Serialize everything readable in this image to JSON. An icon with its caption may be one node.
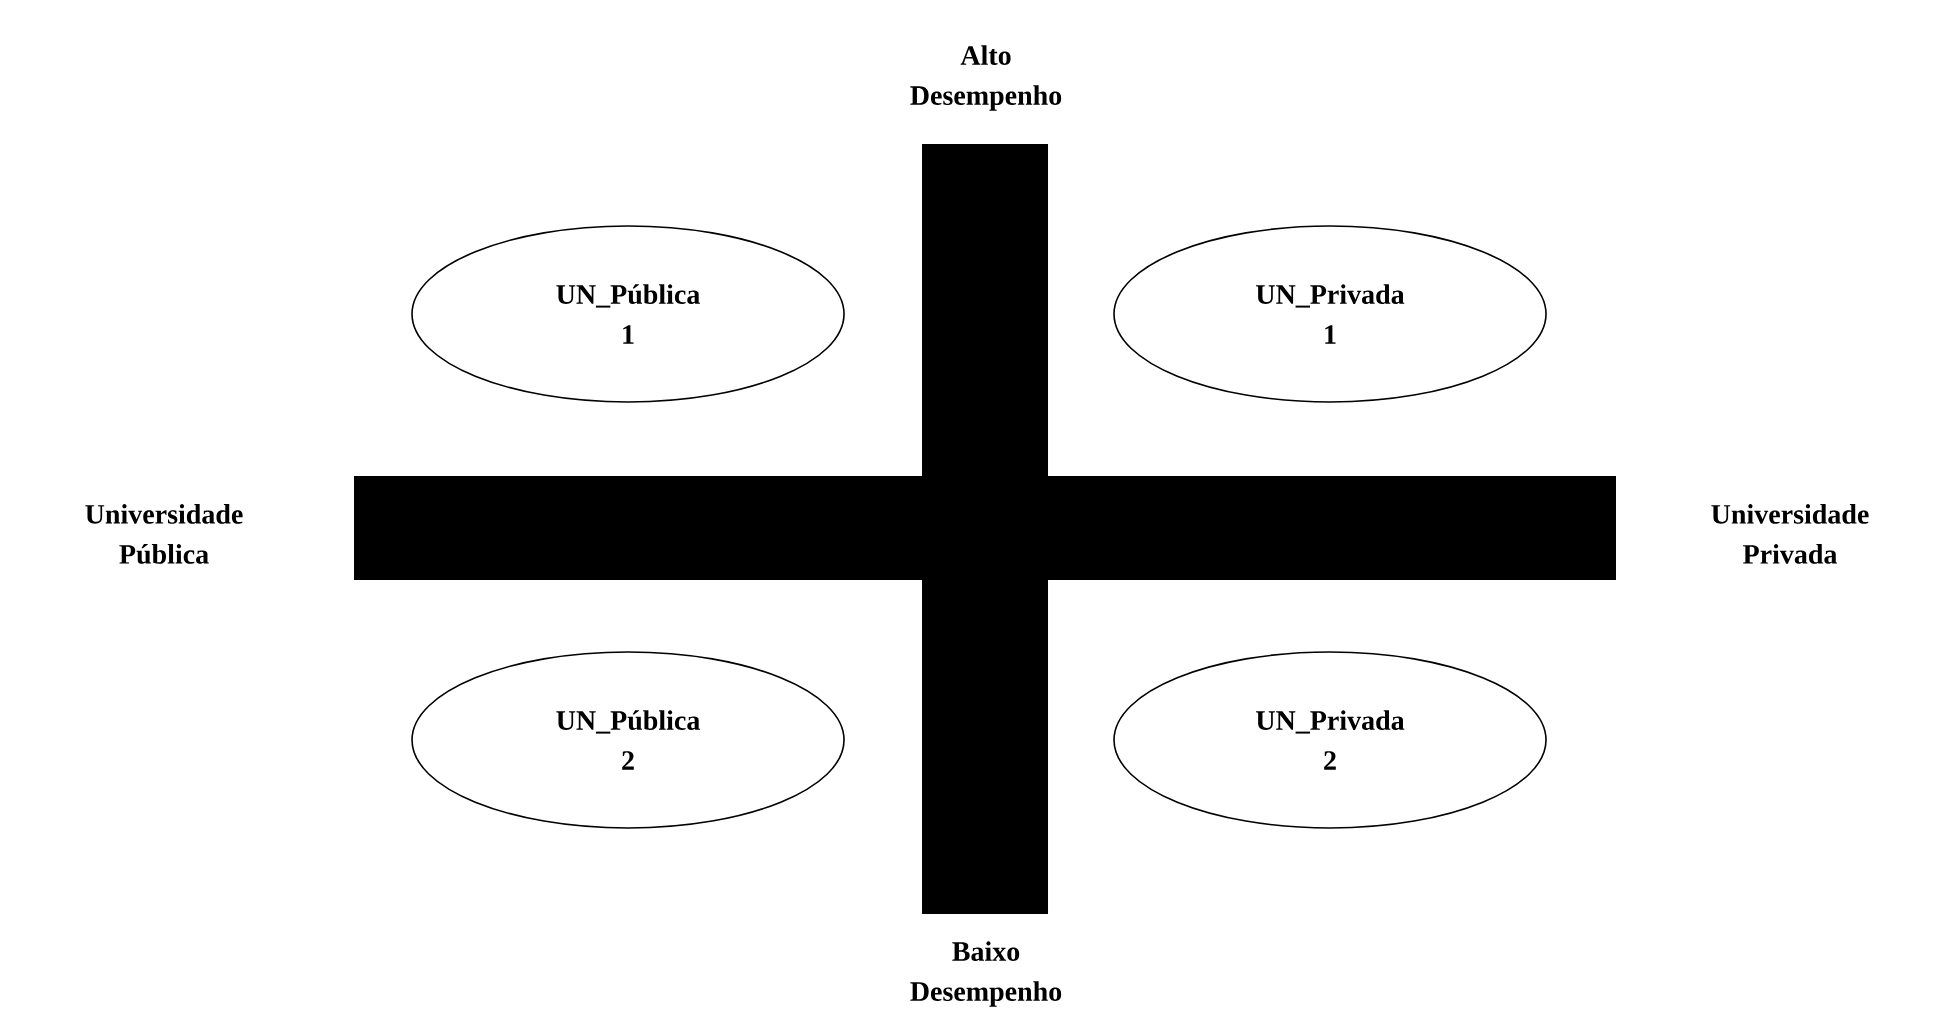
{
  "diagram": {
    "nodes": [
      {
        "text": [
          "UN_Pública 1"
        ]
      },
      {
        "text": [
          "UN_Privada 1"
        ]
      },
      {
        "text": [
          "UN_Pública 2"
        ]
      },
      {
        "text": [
          "UN_Privada 2"
        ]
      }
    ],
    "labels": [
      "Alto Desempenho",
      "Universidade Pública",
      "Universidade Privada",
      "Baixo Desempenho"
    ]
  }
}
